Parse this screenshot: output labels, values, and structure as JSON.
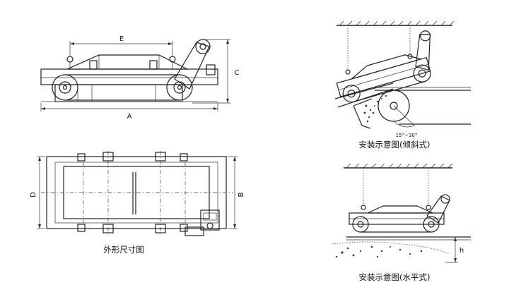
{
  "figure_front": {
    "dimension_a": "A",
    "dimension_c": "C",
    "dimension_e": "E"
  },
  "figure_top": {
    "dimension_b": "B",
    "dimension_d": "D",
    "caption": "外形尺寸图"
  },
  "figure_inclined": {
    "angle_label": "15°~30°",
    "caption": "安装示意图(倾斜式)"
  },
  "figure_horizontal": {
    "dimension_h": "h",
    "caption": "安装示意图(水平式)"
  }
}
